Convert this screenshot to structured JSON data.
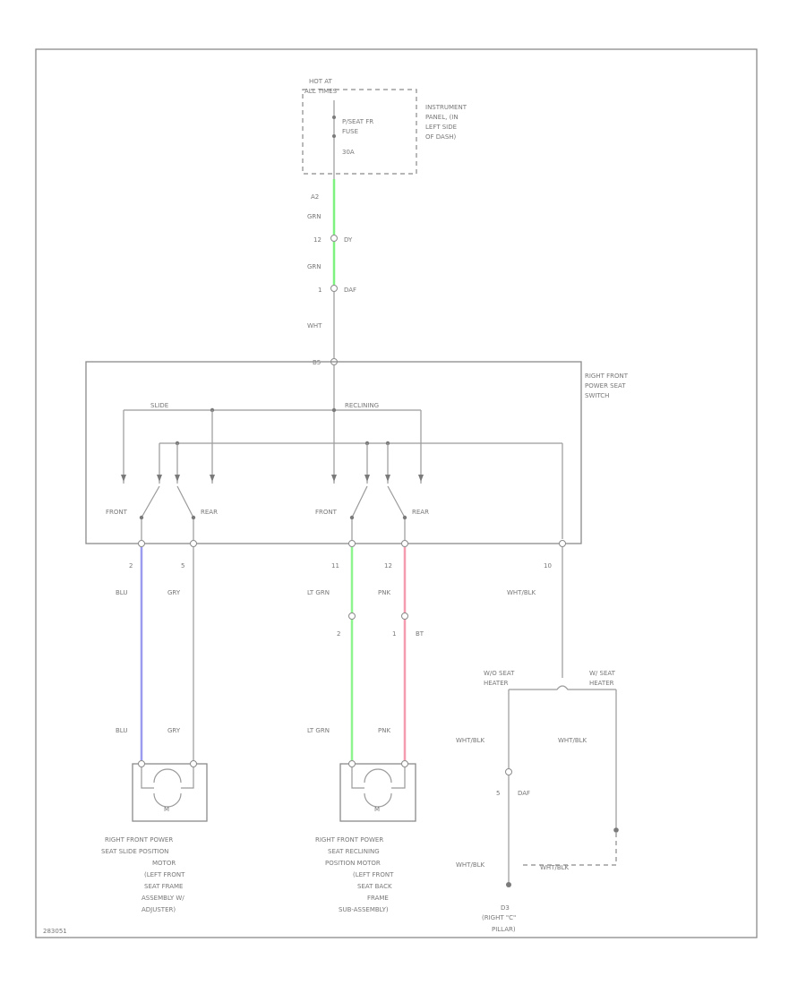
{
  "colors": {
    "grn": "#7ef27e",
    "blu": "#9b9bf0",
    "lt_grn": "#8ef58e",
    "pnk": "#f59bb0",
    "wire": "#9a9a9a"
  },
  "power": {
    "source_l1": "HOT AT",
    "source_l2": "ALL TIMES",
    "fuse_l1": "P/SEAT FR",
    "fuse_l2": "FUSE",
    "fuse_l3": "30A",
    "panel_l1": "INSTRUMENT",
    "panel_l2": "PANEL, (IN",
    "panel_l3": "LEFT SIDE",
    "panel_l4": "OF DASH)"
  },
  "feed": {
    "pin_a": "A2",
    "color_1": "GRN",
    "conn_1": "12",
    "conn_1_id": "DY",
    "color_2": "GRN",
    "conn_2": "1",
    "conn_2_id": "DAF",
    "color_3": "WHT",
    "switch_pin": "B5"
  },
  "switch": {
    "label_l1": "RIGHT FRONT",
    "label_l2": "POWER SEAT",
    "label_l3": "SWITCH",
    "slide": "SLIDE",
    "reclining": "RECLINING",
    "front_1": "FRONT",
    "rear_1": "REAR",
    "front_2": "FRONT",
    "rear_2": "REAR"
  },
  "wires": {
    "pin_2": "2",
    "pin_5": "5",
    "pin_11": "11",
    "pin_12": "12",
    "pin_10": "10",
    "blu_top": "BLU",
    "gry_top": "GRY",
    "ltgrn_top": "LT GRN",
    "pnk_top": "PNK",
    "wht_blk_top": "WHT/BLK",
    "conn_2": "2",
    "conn_1": "1",
    "conn_bt": "BT",
    "blu_bottom": "BLU",
    "gry_bottom": "GRY",
    "ltgrn_bottom": "LT GRN",
    "pnk_bottom": "PNK"
  },
  "heater": {
    "left_l1": "W/O SEAT",
    "left_l2": "HEATER",
    "right_l1": "W/ SEAT",
    "right_l2": "HEATER",
    "wht_blk_left": "WHT/BLK",
    "wht_blk_right": "WHT/BLK",
    "conn_pin": "5",
    "conn_id": "DAF",
    "wht_blk_low_left": "WHT/BLK",
    "wht_blk_low_right": "WHT/BLK",
    "ground_l1": "D3",
    "ground_l2": "(RIGHT \"C\"",
    "ground_l3": "PILLAR)"
  },
  "motor_slide": {
    "m": "M",
    "l1": "RIGHT FRONT POWER",
    "l2": "SEAT SLIDE POSITION",
    "l3": "MOTOR",
    "l4": "(LEFT FRONT",
    "l5": "SEAT FRAME",
    "l6": "ASSEMBLY W/",
    "l7": "ADJUSTER)"
  },
  "motor_recline": {
    "m": "M",
    "l1": "RIGHT FRONT POWER",
    "l2": "SEAT RECLINING",
    "l3": "POSITION MOTOR",
    "l4": "(LEFT FRONT",
    "l5": "SEAT BACK",
    "l6": "FRAME",
    "l7": "SUB-ASSEMBLY)"
  },
  "footer": {
    "code": "283051"
  }
}
